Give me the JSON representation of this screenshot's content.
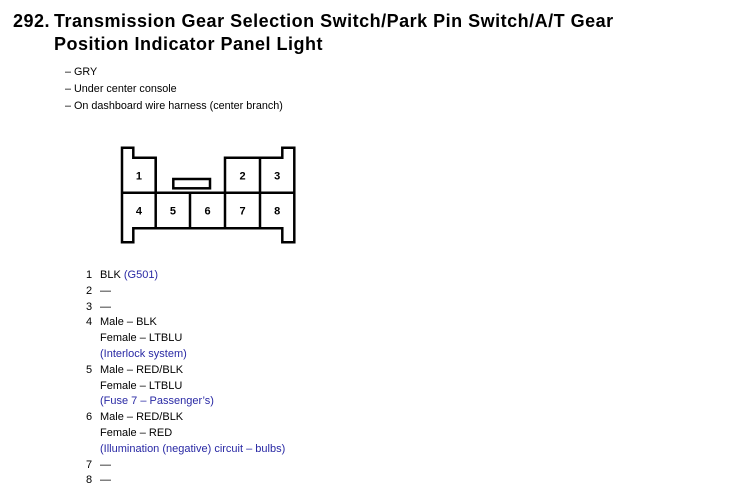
{
  "colors": {
    "ink": "#000000",
    "reference_blue": "#2828a4",
    "background": "#ffffff"
  },
  "doc": {
    "number": "292.",
    "title_line1": "Transmission Gear Selection Switch/Park Pin Switch/A/T Gear",
    "title_line2": "Position Indicator Panel Light",
    "notes": [
      "– GRY",
      "– Under center console",
      "– On dashboard wire harness (center branch)"
    ]
  },
  "connector": {
    "cavities_top": [
      "1",
      "2",
      "3"
    ],
    "cavities_bottom": [
      "4",
      "5",
      "6",
      "7",
      "8"
    ]
  },
  "pins": [
    {
      "num": "1",
      "lines": [
        {
          "t": "BLK ",
          "ref": "(G501)"
        }
      ]
    },
    {
      "num": "2",
      "lines": [
        {
          "t": "—"
        }
      ]
    },
    {
      "num": "3",
      "lines": [
        {
          "t": "—"
        }
      ]
    },
    {
      "num": "4",
      "lines": [
        {
          "t": "Male – BLK"
        },
        {
          "t": "Female – LTBLU"
        },
        {
          "t": "(Interlock system)",
          "blue": true
        }
      ]
    },
    {
      "num": "5",
      "lines": [
        {
          "t": "Male – RED/BLK"
        },
        {
          "t": "Female – LTBLU"
        },
        {
          "t": "(Fuse 7 – Passenger’s)",
          "blue": true
        }
      ]
    },
    {
      "num": "6",
      "lines": [
        {
          "t": "Male – RED/BLK"
        },
        {
          "t": "Female – RED"
        },
        {
          "t": "(Illumination (negative) circuit – bulbs)",
          "blue": true
        }
      ]
    },
    {
      "num": "7",
      "lines": [
        {
          "t": "—"
        }
      ]
    },
    {
      "num": "8",
      "lines": [
        {
          "t": "—"
        }
      ]
    }
  ]
}
